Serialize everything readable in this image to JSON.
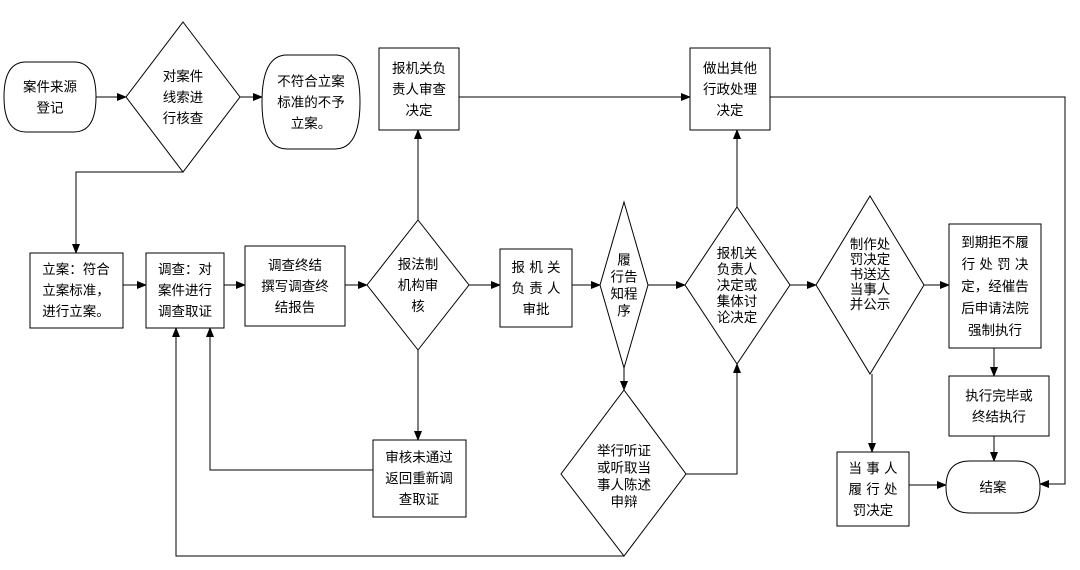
{
  "diagram": {
    "nodes": {
      "n1": {
        "lines": [
          "案件来源",
          "登记"
        ]
      },
      "n2": {
        "lines": [
          "对案件",
          "线索进",
          "行核查"
        ]
      },
      "n3": {
        "lines": [
          "不符合立案",
          "标准的不予",
          "立案。"
        ]
      },
      "n4": {
        "lines": [
          "报机关负",
          "责人审查",
          "决定"
        ]
      },
      "n5": {
        "lines": [
          "做出其他",
          "行政处理",
          "决定"
        ]
      },
      "n6": {
        "lines": [
          "立案：符合",
          "立案标准，",
          "进行立案。"
        ]
      },
      "n7": {
        "lines": [
          "调查：对",
          "案件进行",
          "调查取证"
        ]
      },
      "n8": {
        "lines": [
          "调查终结",
          "撰写调查终",
          "结报告"
        ]
      },
      "n9": {
        "lines": [
          "报法制",
          "机构审",
          "核"
        ]
      },
      "n10": {
        "lines": [
          "报 机 关",
          "负 责 人",
          "审批"
        ]
      },
      "n11": {
        "lines": [
          "履",
          "行告",
          "知程",
          "序"
        ]
      },
      "n12": {
        "lines": [
          "报机关",
          "负责人",
          "决定或",
          "集体讨",
          "论决定"
        ]
      },
      "n13": {
        "lines": [
          "制作处",
          "罚决定",
          "书送达",
          "当事人",
          "并公示"
        ]
      },
      "n14": {
        "lines": [
          "到期拒不履",
          "行 处 罚 决",
          "定，经催告",
          "后申请法院",
          "强制执行"
        ]
      },
      "n15": {
        "lines": [
          "执行完毕或",
          "终结执行"
        ]
      },
      "n16": {
        "lines": [
          "当 事 人",
          "履 行 处",
          "罚决定"
        ]
      },
      "n17": {
        "lines": [
          "结案"
        ]
      },
      "n18": {
        "lines": [
          "审核未通过",
          "返回重新调",
          "查取证"
        ]
      },
      "n19": {
        "lines": [
          "举行听证",
          "或听取当",
          "事人陈述",
          "申辩"
        ]
      }
    }
  }
}
